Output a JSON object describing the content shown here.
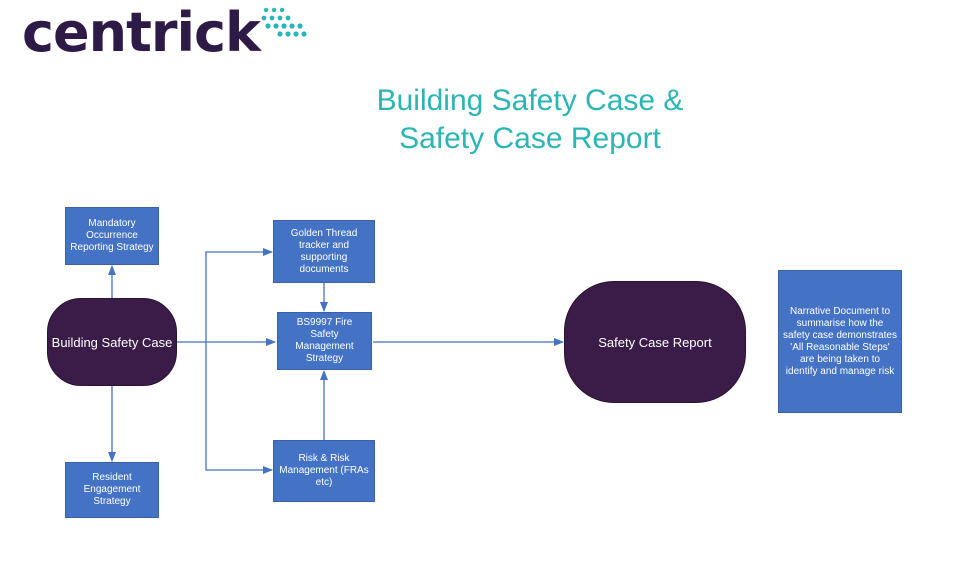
{
  "brand": {
    "logo_text": "centrick"
  },
  "title": {
    "line1": "Building Safety Case &",
    "line2": "Safety Case Report"
  },
  "nodes": {
    "building_safety_case": "Building Safety Case",
    "mandatory_occurrence": "Mandatory Occurrence Reporting Strategy",
    "resident_engagement": "Resident Engagement Strategy",
    "golden_thread": "Golden Thread tracker and supporting documents",
    "bs9997": "BS9997 Fire Safety Management Strategy",
    "risk_management": "Risk & Risk Management (FRAs etc)",
    "safety_case_report": "Safety Case Report",
    "narrative_document": "Narrative Document to summarise how the safety case demonstrates 'All Reasonable Steps' are being taken to identify and manage risk"
  },
  "colors": {
    "brand_dark": "#2e1a47",
    "brand_teal": "#2bb5b5",
    "box_blue": "#4472c4",
    "oval_purple": "#3b1c48",
    "connector": "#4472c4"
  }
}
